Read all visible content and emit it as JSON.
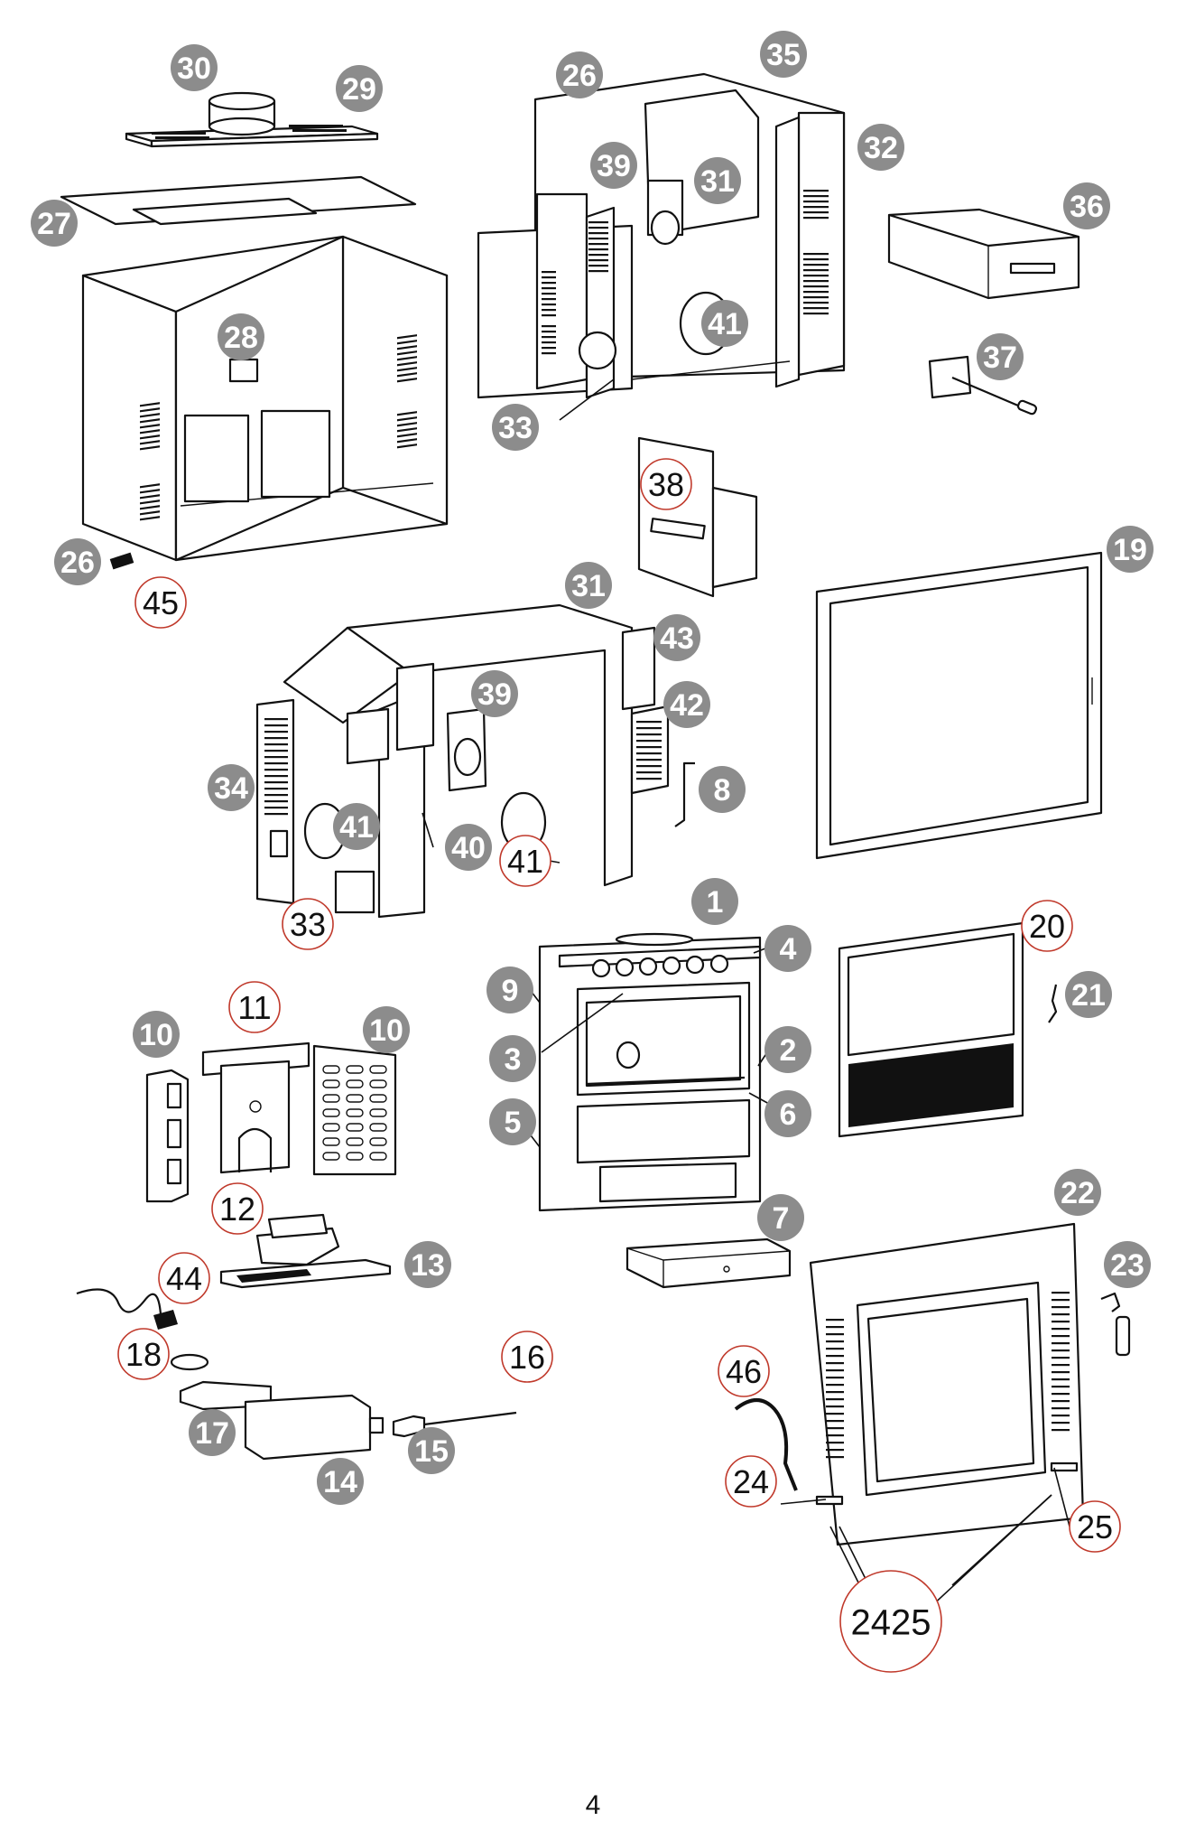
{
  "diagram": {
    "type": "exploded-parts-diagram",
    "callout_colors": {
      "filled_fill": "#8c8c8c",
      "filled_text": "#ffffff",
      "outline_stroke": "#c0392b",
      "outline_text": "#111111"
    },
    "callouts": [
      {
        "label": "30",
        "style": "filled"
      },
      {
        "label": "29",
        "style": "filled"
      },
      {
        "label": "27",
        "style": "filled"
      },
      {
        "label": "28",
        "style": "filled"
      },
      {
        "label": "26",
        "style": "filled"
      },
      {
        "label": "45",
        "style": "outline"
      },
      {
        "label": "26",
        "style": "filled"
      },
      {
        "label": "35",
        "style": "filled"
      },
      {
        "label": "32",
        "style": "filled"
      },
      {
        "label": "39",
        "style": "filled"
      },
      {
        "label": "31",
        "style": "filled"
      },
      {
        "label": "41",
        "style": "filled"
      },
      {
        "label": "33",
        "style": "filled"
      },
      {
        "label": "36",
        "style": "filled"
      },
      {
        "label": "37",
        "style": "filled"
      },
      {
        "label": "38",
        "style": "outline"
      },
      {
        "label": "19",
        "style": "filled"
      },
      {
        "label": "31",
        "style": "filled"
      },
      {
        "label": "43",
        "style": "filled"
      },
      {
        "label": "39",
        "style": "filled"
      },
      {
        "label": "42",
        "style": "filled"
      },
      {
        "label": "8",
        "style": "filled"
      },
      {
        "label": "34",
        "style": "filled"
      },
      {
        "label": "41",
        "style": "filled"
      },
      {
        "label": "40",
        "style": "filled"
      },
      {
        "label": "41",
        "style": "outline"
      },
      {
        "label": "33",
        "style": "outline"
      },
      {
        "label": "1",
        "style": "filled"
      },
      {
        "label": "4",
        "style": "filled"
      },
      {
        "label": "9",
        "style": "filled"
      },
      {
        "label": "3",
        "style": "filled"
      },
      {
        "label": "2",
        "style": "filled"
      },
      {
        "label": "5",
        "style": "filled"
      },
      {
        "label": "6",
        "style": "filled"
      },
      {
        "label": "20",
        "style": "outline"
      },
      {
        "label": "21",
        "style": "filled"
      },
      {
        "label": "11",
        "style": "outline"
      },
      {
        "label": "10",
        "style": "filled"
      },
      {
        "label": "10",
        "style": "filled"
      },
      {
        "label": "12",
        "style": "outline"
      },
      {
        "label": "44",
        "style": "outline"
      },
      {
        "label": "13",
        "style": "filled"
      },
      {
        "label": "7",
        "style": "filled"
      },
      {
        "label": "22",
        "style": "filled"
      },
      {
        "label": "23",
        "style": "filled"
      },
      {
        "label": "18",
        "style": "outline"
      },
      {
        "label": "16",
        "style": "outline"
      },
      {
        "label": "17",
        "style": "filled"
      },
      {
        "label": "15",
        "style": "filled"
      },
      {
        "label": "14",
        "style": "filled"
      },
      {
        "label": "46",
        "style": "outline"
      },
      {
        "label": "24",
        "style": "outline"
      },
      {
        "label": "25",
        "style": "outline"
      },
      {
        "label": "2425",
        "style": "outline"
      }
    ]
  },
  "page_number": "4"
}
